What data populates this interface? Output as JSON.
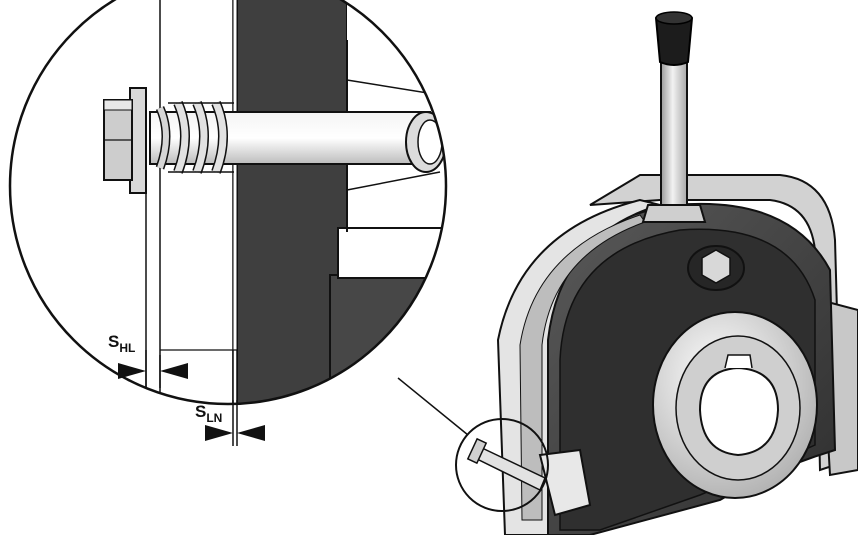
{
  "labels": {
    "s_hl": {
      "main": "S",
      "sub": "HL"
    },
    "s_ln": {
      "main": "S",
      "sub": "LN"
    }
  },
  "colors": {
    "metal_light": "#e6e6e6",
    "metal_mid": "#bdbdbd",
    "metal_dark": "#7d7d7d",
    "housing_dark": "#3a3a3a",
    "housing_mid": "#505050",
    "knob_black": "#1c1c1c",
    "outline": "#111111"
  }
}
